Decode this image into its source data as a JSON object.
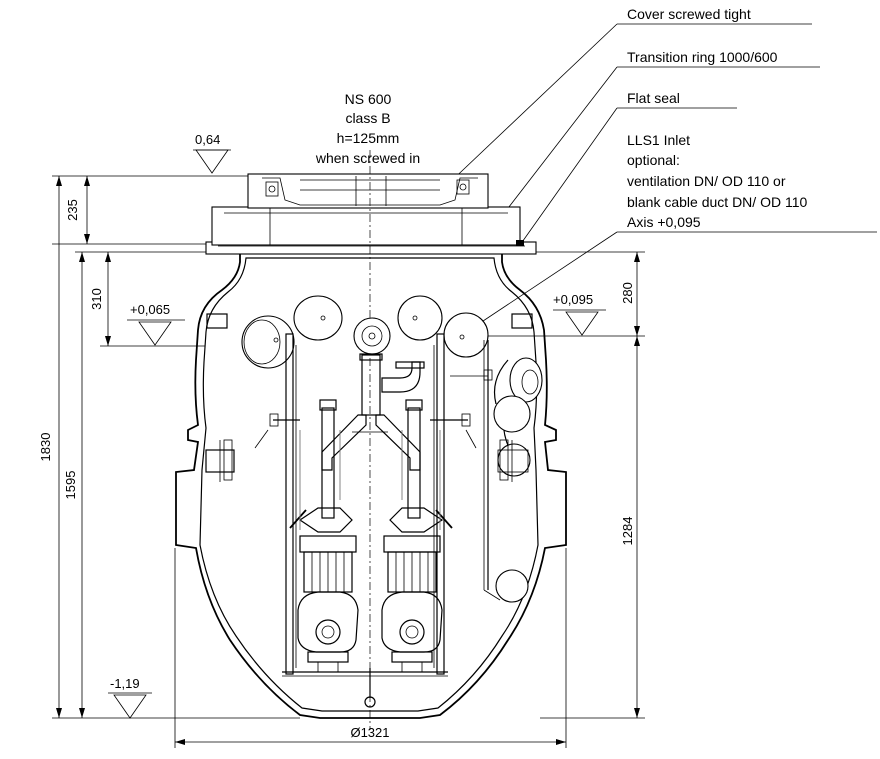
{
  "callouts": {
    "cover": "Cover screwed tight",
    "transition": "Transition ring 1000/600",
    "seal": "Flat seal",
    "inlet_1": "LLS1 Inlet",
    "inlet_2": "optional:",
    "inlet_3": "ventilation DN/ OD 110 or",
    "inlet_4": "blank cable duct DN/ OD 110",
    "inlet_5": "Axis +0,095"
  },
  "cover_note": {
    "line1": "NS 600",
    "line2": "class B",
    "line3": "h=125mm",
    "line4": "when screwed in"
  },
  "levels": {
    "top": "0,64",
    "inlet_left": "+0,065",
    "inlet_right": "+0,095",
    "bottom": "-1,19"
  },
  "dimensions": {
    "h235": "235",
    "h310": "310",
    "h1830": "1830",
    "h1595": "1595",
    "h280": "280",
    "h1284": "1284",
    "diameter": "Ø1321"
  }
}
